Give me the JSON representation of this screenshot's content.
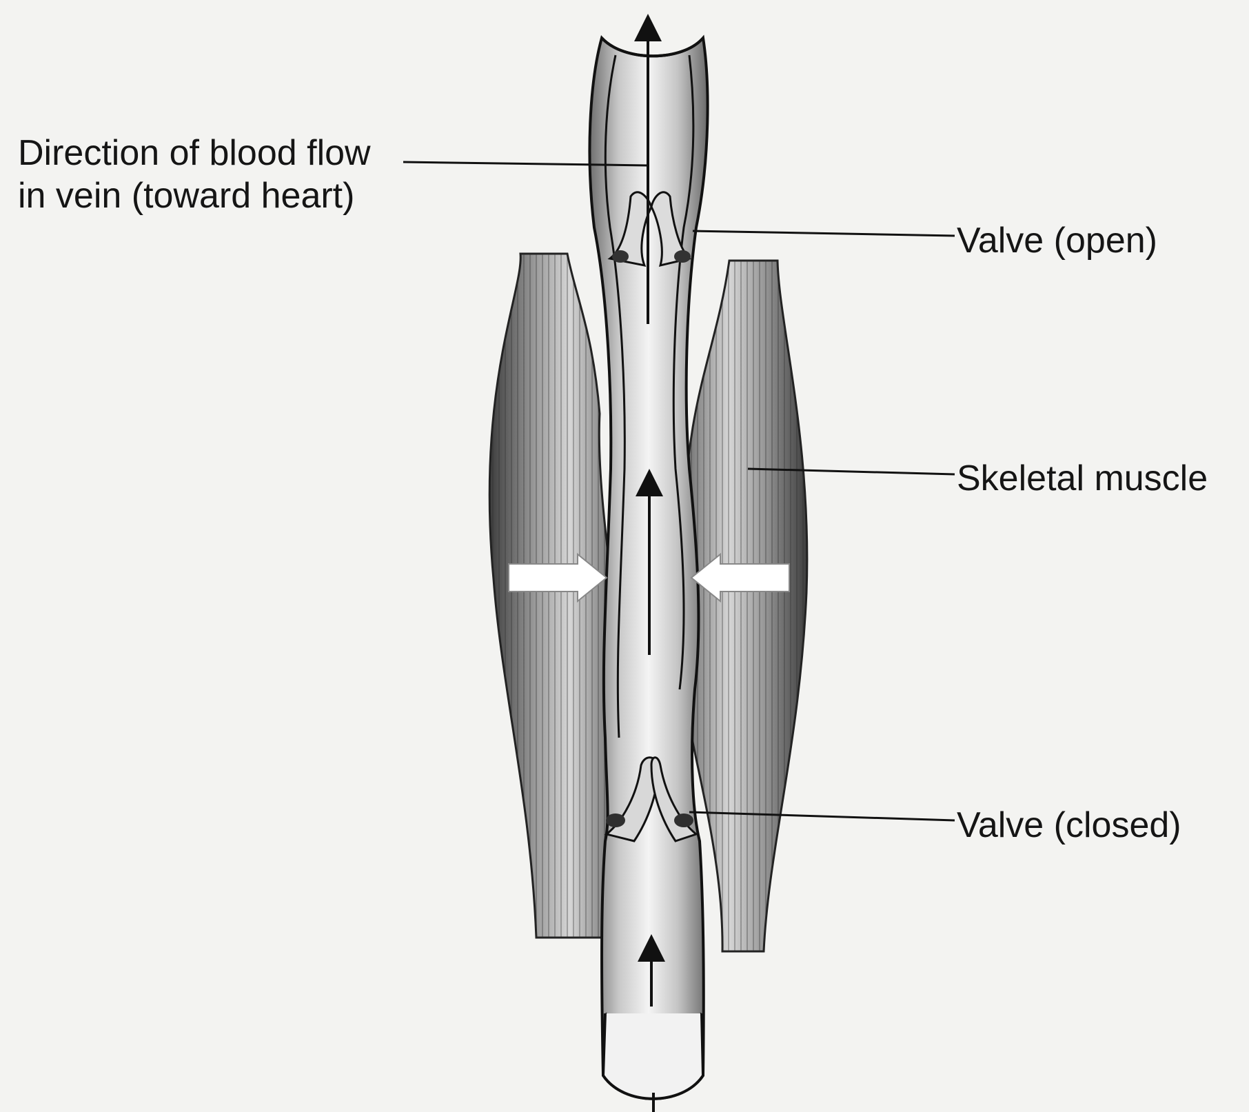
{
  "labels": {
    "flow_line1": "Direction of blood flow",
    "flow_line2": "in vein (toward heart)",
    "valve_open": "Valve (open)",
    "skeletal_muscle": "Skeletal muscle",
    "valve_closed": "Valve (closed)"
  },
  "colors": {
    "background": "#f3f3f1",
    "outline": "#111111",
    "vein_shade": "#9a9a9a",
    "muscle_shade": "#6e6e6e"
  }
}
